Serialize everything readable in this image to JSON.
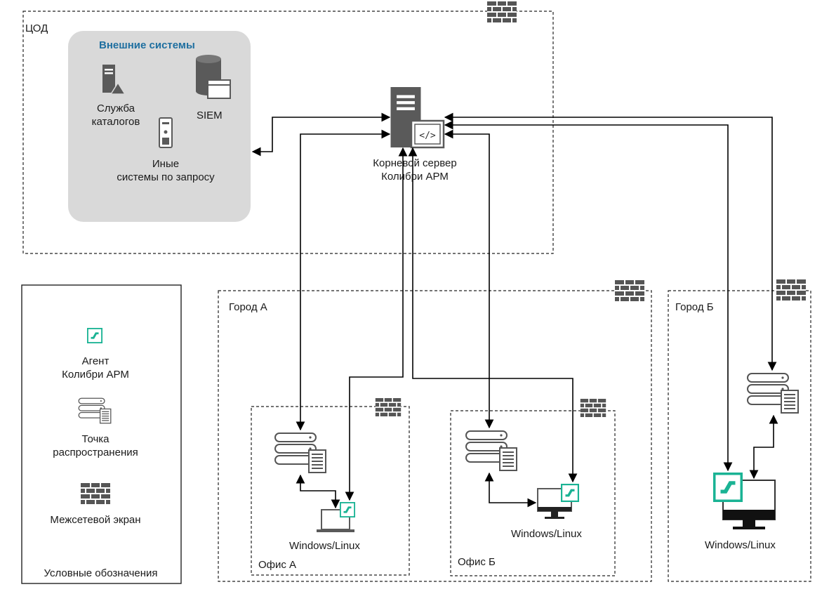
{
  "zones": {
    "dc": "ЦОД",
    "city_a": "Город А",
    "city_b": "Город Б",
    "office_a": "Офис А",
    "office_b": "Офис Б"
  },
  "external": {
    "title": "Внешние системы",
    "directory": [
      "Служба",
      "каталогов"
    ],
    "siem": "SIEM",
    "other": [
      "Иные",
      "системы по запросу"
    ]
  },
  "root_server": [
    "Корневой сервер",
    "Колибри АРМ"
  ],
  "endpoints": {
    "office_a": "Windows/Linux",
    "office_b": "Windows/Linux",
    "city_b": "Windows/Linux"
  },
  "legend": {
    "agent": [
      "Агент",
      "Колибри АРМ"
    ],
    "distribution_point": [
      "Точка",
      "распространения"
    ],
    "firewall": "Межсетевой экран",
    "title": "Условные обозначения"
  },
  "colors": {
    "agent_accent": "#1ab394",
    "external_bg": "#d9d9d9",
    "external_title": "#1f6fa0",
    "icon_dark": "#5a5a5a"
  }
}
